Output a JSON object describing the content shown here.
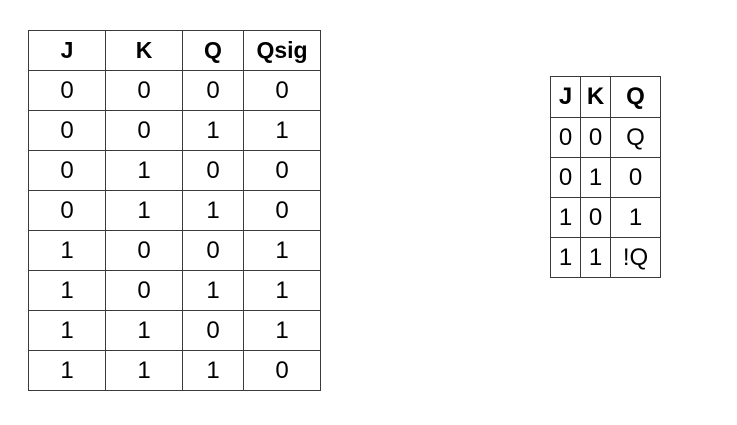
{
  "full_table": {
    "headers": [
      "J",
      "K",
      "Q",
      "Qsig"
    ],
    "rows": [
      [
        "0",
        "0",
        "0",
        "0"
      ],
      [
        "0",
        "0",
        "1",
        "1"
      ],
      [
        "0",
        "1",
        "0",
        "0"
      ],
      [
        "0",
        "1",
        "1",
        "0"
      ],
      [
        "1",
        "0",
        "0",
        "1"
      ],
      [
        "1",
        "0",
        "1",
        "1"
      ],
      [
        "1",
        "1",
        "0",
        "1"
      ],
      [
        "1",
        "1",
        "1",
        "0"
      ]
    ]
  },
  "char_table": {
    "headers": [
      "J",
      "K",
      "Q"
    ],
    "rows": [
      [
        "0",
        "0",
        "Q"
      ],
      [
        "0",
        "1",
        "0"
      ],
      [
        "1",
        "0",
        "1"
      ],
      [
        "1",
        "1",
        "!Q"
      ]
    ]
  }
}
